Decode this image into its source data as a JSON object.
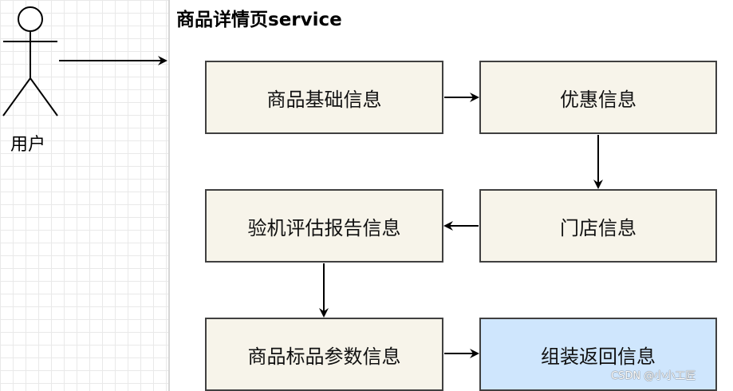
{
  "title": "商品详情页service",
  "actor": {
    "label": "用户"
  },
  "nodes": [
    {
      "id": "basic-info",
      "label": "商品基础信息",
      "fill": "#f7f4ea"
    },
    {
      "id": "discount-info",
      "label": "优惠信息",
      "fill": "#f7f4ea"
    },
    {
      "id": "store-info",
      "label": "门店信息",
      "fill": "#f7f4ea"
    },
    {
      "id": "inspection-report-info",
      "label": "验机评估报告信息",
      "fill": "#f7f4ea"
    },
    {
      "id": "standard-params-info",
      "label": "商品标品参数信息",
      "fill": "#f7f4ea"
    },
    {
      "id": "assemble-return-info",
      "label": "组装返回信息",
      "fill": "#cfe6fd"
    }
  ],
  "edges": [
    {
      "from": "actor",
      "to": "service"
    },
    {
      "from": "basic-info",
      "to": "discount-info"
    },
    {
      "from": "discount-info",
      "to": "store-info"
    },
    {
      "from": "store-info",
      "to": "inspection-report-info"
    },
    {
      "from": "inspection-report-info",
      "to": "standard-params-info"
    },
    {
      "from": "standard-params-info",
      "to": "assemble-return-info"
    }
  ],
  "colors": {
    "node_fill": "#f7f4ea",
    "node_fill_final": "#cfe6fd",
    "stroke": "#404040"
  },
  "watermark": "CSDN @小小工匠"
}
